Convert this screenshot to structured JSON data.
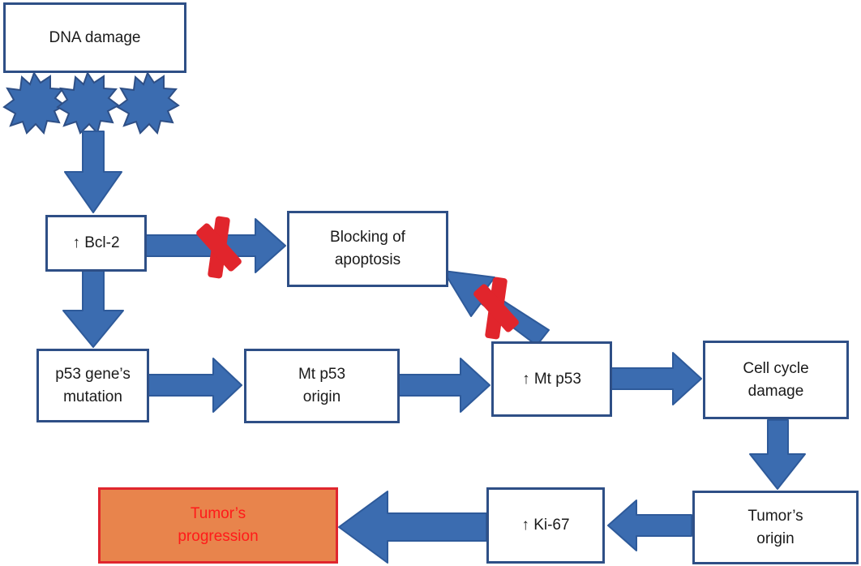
{
  "nodes": {
    "dna_damage": "DNA damage",
    "bcl2": "↑ Bcl-2",
    "blocking_apoptosis": "Blocking of\napoptosis",
    "p53_mutation": "p53 gene’s\nmutation",
    "mt_p53_origin": "Mt p53\norigin",
    "up_mt_p53": "↑ Mt p53",
    "cell_cycle_damage": "Cell cycle\ndamage",
    "tumor_origin": "Tumor’s\norigin",
    "ki67": "↑ Ki-67",
    "tumor_progression": "Tumor’s\nprogression"
  },
  "colors": {
    "arrow": "#3b6cb0",
    "box_border": "#2e4f86",
    "cross": "#e1252c",
    "final_fill": "#e8844c",
    "final_border": "#e0262e",
    "final_text": "#ff1a1a"
  },
  "blocked_links": [
    "bcl2 -> blocking_apoptosis",
    "up_mt_p53 -> blocking_apoptosis"
  ]
}
